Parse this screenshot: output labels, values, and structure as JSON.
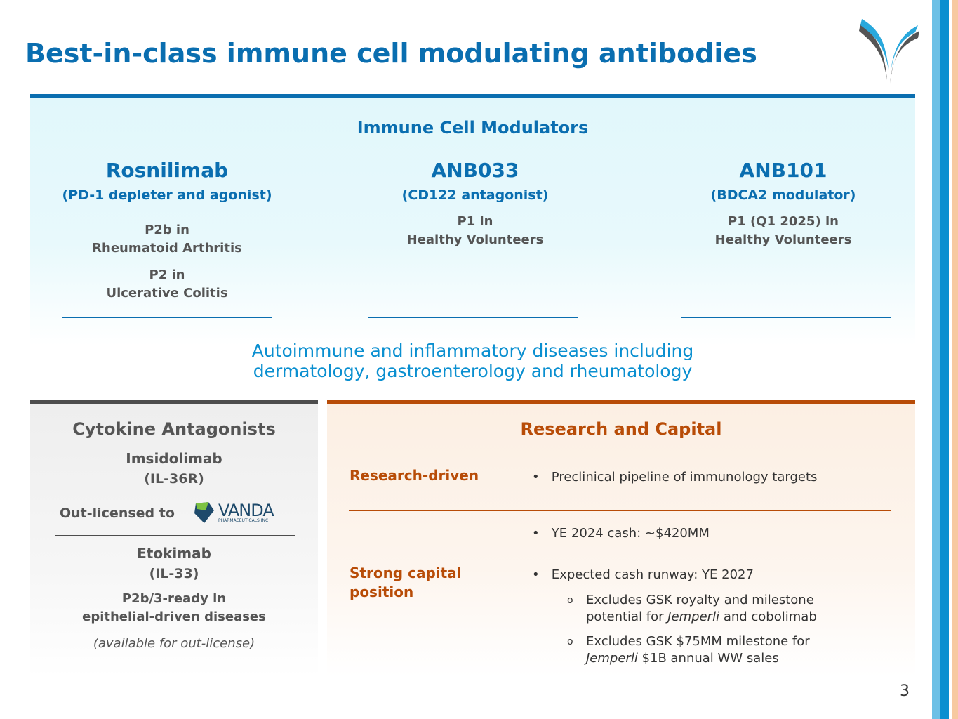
{
  "title": "Best-in-class immune cell modulating antibodies",
  "colors": {
    "brand_blue": "#0a6eb0",
    "orange": "#b84c07",
    "gray": "#4d4d4d"
  },
  "immune": {
    "heading": "Immune Cell Modulators",
    "columns": [
      {
        "name": "Rosnilimab",
        "sub": "(PD-1 depleter and agonist)",
        "phases": [
          [
            "P2b in",
            "Rheumatoid Arthritis"
          ],
          [
            "P2 in",
            "Ulcerative Colitis"
          ]
        ]
      },
      {
        "name": "ANB033",
        "sub": "(CD122 antagonist)",
        "phases": [
          [
            "P1 in",
            "Healthy Volunteers"
          ]
        ]
      },
      {
        "name": "ANB101",
        "sub": "(BDCA2 modulator)",
        "phases": [
          [
            "P1 (Q1 2025) in",
            "Healthy Volunteers"
          ]
        ]
      }
    ],
    "footer1": "Autoimmune and inflammatory diseases including",
    "footer2": "dermatology, gastroenterology and rheumatology"
  },
  "cytokine": {
    "heading": "Cytokine Antagonists",
    "drug1": "Imsidolimab",
    "target1": "(IL-36R)",
    "outlicensed": "Out-licensed to",
    "partner": "VANDA",
    "partner_sub": "PHARMACEUTICALS INC",
    "drug2": "Etokimab",
    "target2": "(IL-33)",
    "status1": "P2b/3-ready in",
    "status2": "epithelial-driven diseases",
    "note": "(available for out-license)"
  },
  "research": {
    "heading": "Research and Capital",
    "row1_label": "Research-driven",
    "row1_bullet": "Preclinical pipeline of immunology targets",
    "row2_label": "Strong capital position",
    "bullet_cash": "YE 2024 cash: ~$420MM",
    "bullet_runway": "Expected cash runway: YE 2027",
    "sub1a": "Excludes GSK royalty and milestone",
    "sub1b": "potential for ",
    "sub1c": "Jemperli",
    "sub1d": " and cobolimab",
    "sub2a": "Excludes GSK $75MM milestone for",
    "sub2b": "Jemperli",
    "sub2c": " $1B annual WW sales"
  },
  "page_number": "3"
}
